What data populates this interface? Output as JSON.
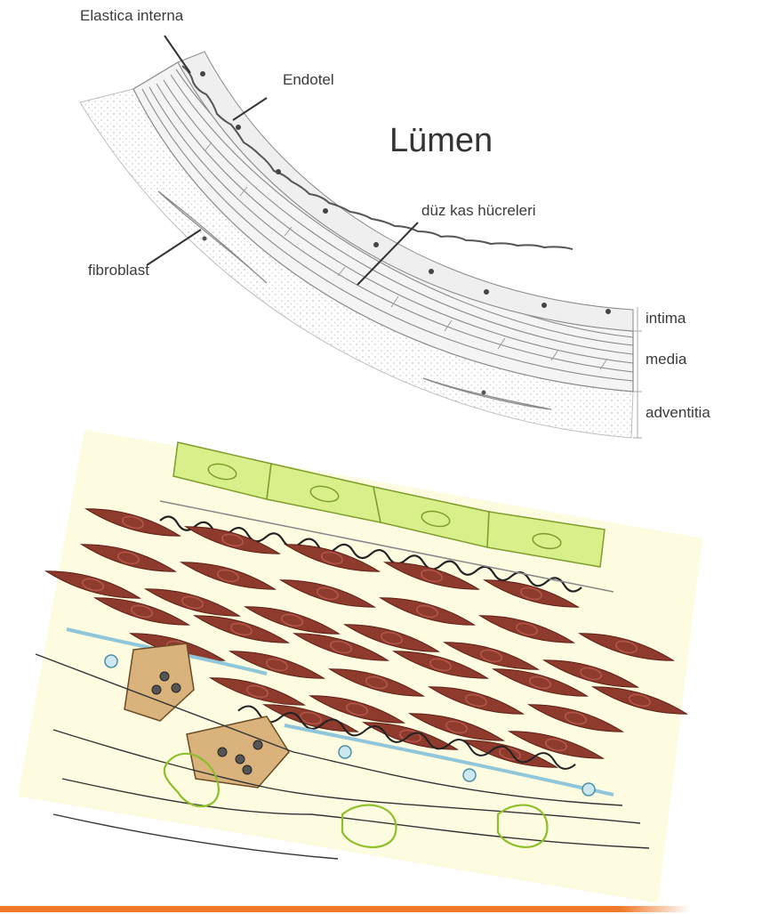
{
  "labels": {
    "elastica_interna": "Elastica interna",
    "endotel": "Endotel",
    "lumen": "Lümen",
    "duz_kas": "düz kas hücreleri",
    "fibroblast": "fibroblast",
    "intima": "intima",
    "media": "media",
    "adventitia": "adventitia"
  },
  "colors": {
    "endothelium": "#d8ef8a",
    "endothelium_stroke": "#7f9d2c",
    "smooth_muscle": "#8e3a2c",
    "smooth_muscle_nucleus": "#b1574a",
    "elastic_line": "#222222",
    "collagen_blue": "#8fc6da",
    "fibroblast_tan": "#d9b27c",
    "panel_bg": "#fdfce0",
    "adventitia_dots": "#e2e2e2",
    "accent_bar": "#f07a2a"
  }
}
